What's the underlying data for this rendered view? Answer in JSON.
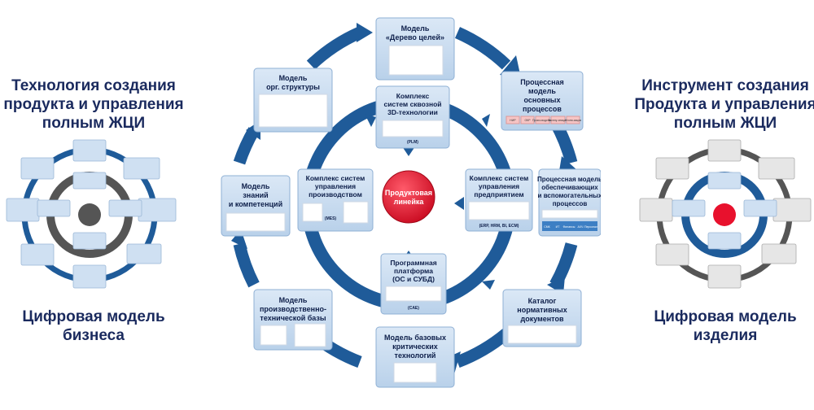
{
  "left": {
    "title_lines": [
      "Технология создания",
      "продукта и управления",
      "полным ЖЦИ"
    ],
    "subtitle_lines": [
      "Цифровая модель",
      "бизнеса"
    ]
  },
  "right": {
    "title_lines": [
      "Инструмент создания",
      "Продукта и управления",
      "полным ЖЦИ"
    ],
    "subtitle_lines": [
      "Цифровая модель",
      "изделия"
    ]
  },
  "center": {
    "hub_lines": [
      "Продуктовая",
      "линейка"
    ],
    "outer_boxes": {
      "goals": [
        "Модель",
        "«Дерево целей»"
      ],
      "process": [
        "Процессная",
        "модель",
        "основных",
        "процессов"
      ],
      "support": [
        "Процессная модель",
        "обеспечивающих",
        "и вспомогательных",
        "процессов"
      ],
      "catalog": [
        "Каталог",
        "нормативных",
        "документов"
      ],
      "tech": [
        "Модель базовых",
        "критических",
        "технологий"
      ],
      "production": [
        "Модель",
        "производственно-",
        "технической базы"
      ],
      "knowledge": [
        "Модель",
        "знаний",
        "и компетенций"
      ],
      "orgstruct": [
        "Модель",
        "орг. структуры"
      ]
    },
    "inner_boxes": {
      "plm": [
        "Комплекс",
        "систем сквозной",
        "3D-технологии"
      ],
      "plm_tag": "(PLM)",
      "erp": [
        "Комплекс систем",
        "управления",
        "предприятием"
      ],
      "erp_tag": "(ERP, HRM, BI, ECM)",
      "platform": [
        "Программная",
        "платформа",
        "(ОС и СУБД)"
      ],
      "platform_tag": "(CAE)",
      "mes": [
        "Комплекс систем",
        "управления",
        "производством"
      ],
      "mes_tag": "(MES)"
    },
    "process_chips": [
      "НИР",
      "ОКР",
      "Произ-водство",
      "Эксплу-атация",
      "Утили-зация"
    ],
    "support_chips": [
      "СМК",
      "ИТ",
      "Финансы",
      "АХЧ",
      "Персонал"
    ]
  },
  "colors": {
    "ring": "#1f5b99",
    "box_fill": "#cfe0f2",
    "hub": "#e8112d",
    "title": "#1a2a5e"
  }
}
